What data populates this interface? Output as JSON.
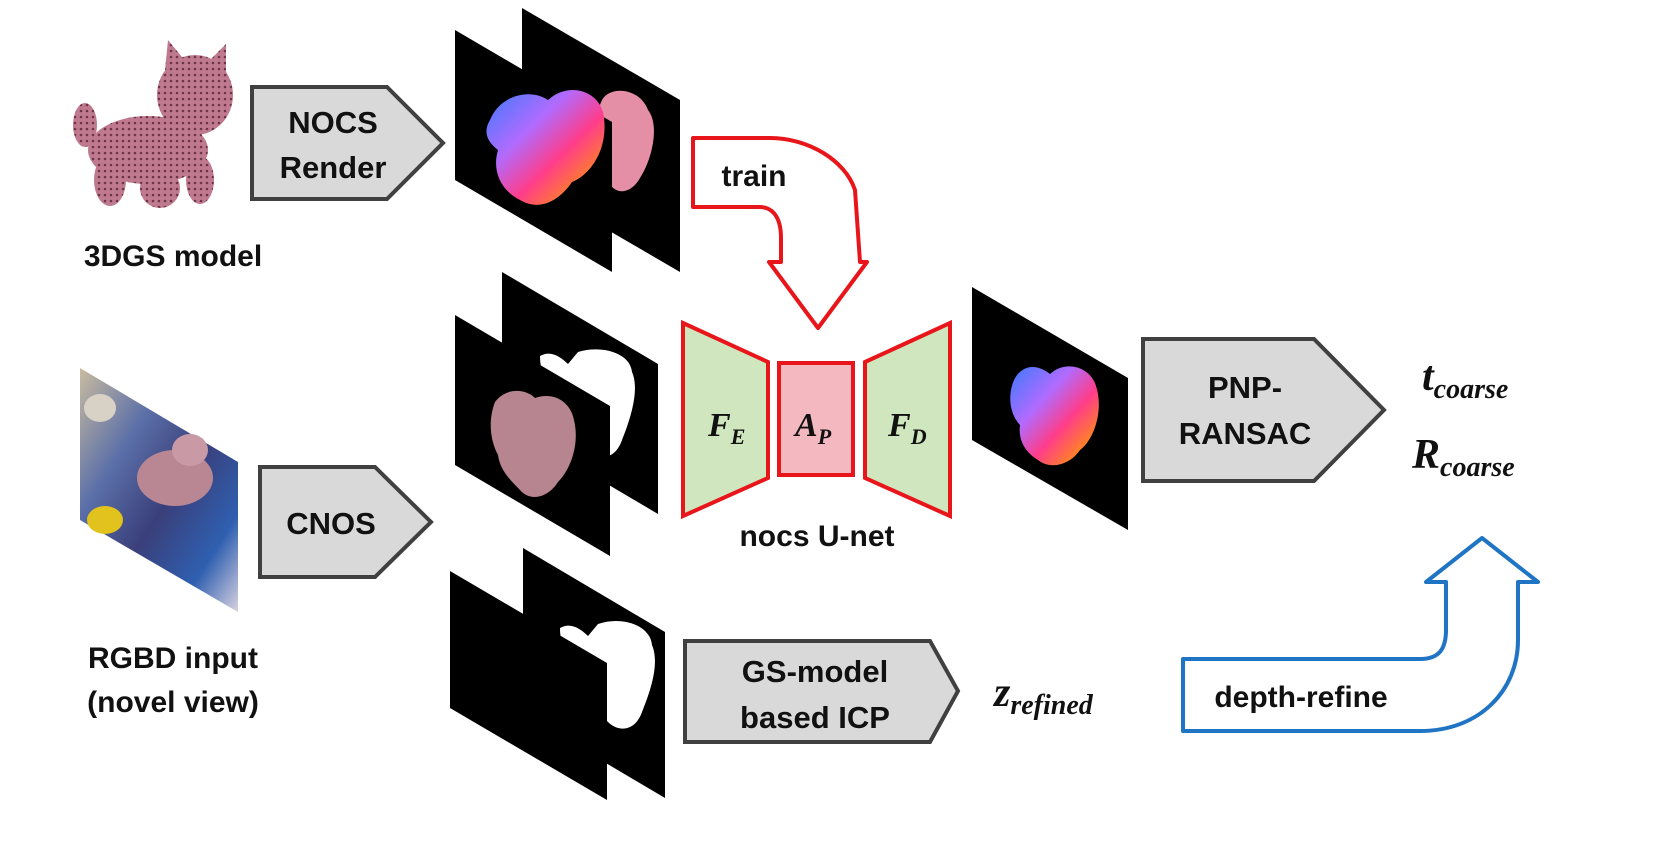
{
  "model_label": "3DGS model",
  "input_label_line1": "RGBD input",
  "input_label_line2": "(novel view)",
  "boxes": {
    "nocs_render": [
      "NOCS",
      "Render"
    ],
    "cnos": [
      "CNOS"
    ],
    "pnp_ransac": [
      "PNP-",
      "RANSAC"
    ],
    "gs_icp": [
      "GS-model",
      "based ICP"
    ]
  },
  "train_label": "train",
  "depth_refine_label": "depth-refine",
  "unet": {
    "label": "nocs U-net",
    "encoder": {
      "main": "F",
      "sub": "E"
    },
    "attention": {
      "main": "A",
      "sub": "P"
    },
    "decoder": {
      "main": "F",
      "sub": "D"
    }
  },
  "outputs": {
    "t": {
      "main": "t",
      "sub": "coarse"
    },
    "r": {
      "main": "R",
      "sub": "coarse"
    },
    "z": {
      "main": "z",
      "sub": "refined"
    }
  },
  "colors": {
    "train_arrow": "#e8161b",
    "depth_arrow": "#1f74c4",
    "box_fill": "#d9d9d9",
    "box_stroke": "#404040",
    "unet_green": "#cfe6bf",
    "unet_pink": "#f4b8c0"
  }
}
